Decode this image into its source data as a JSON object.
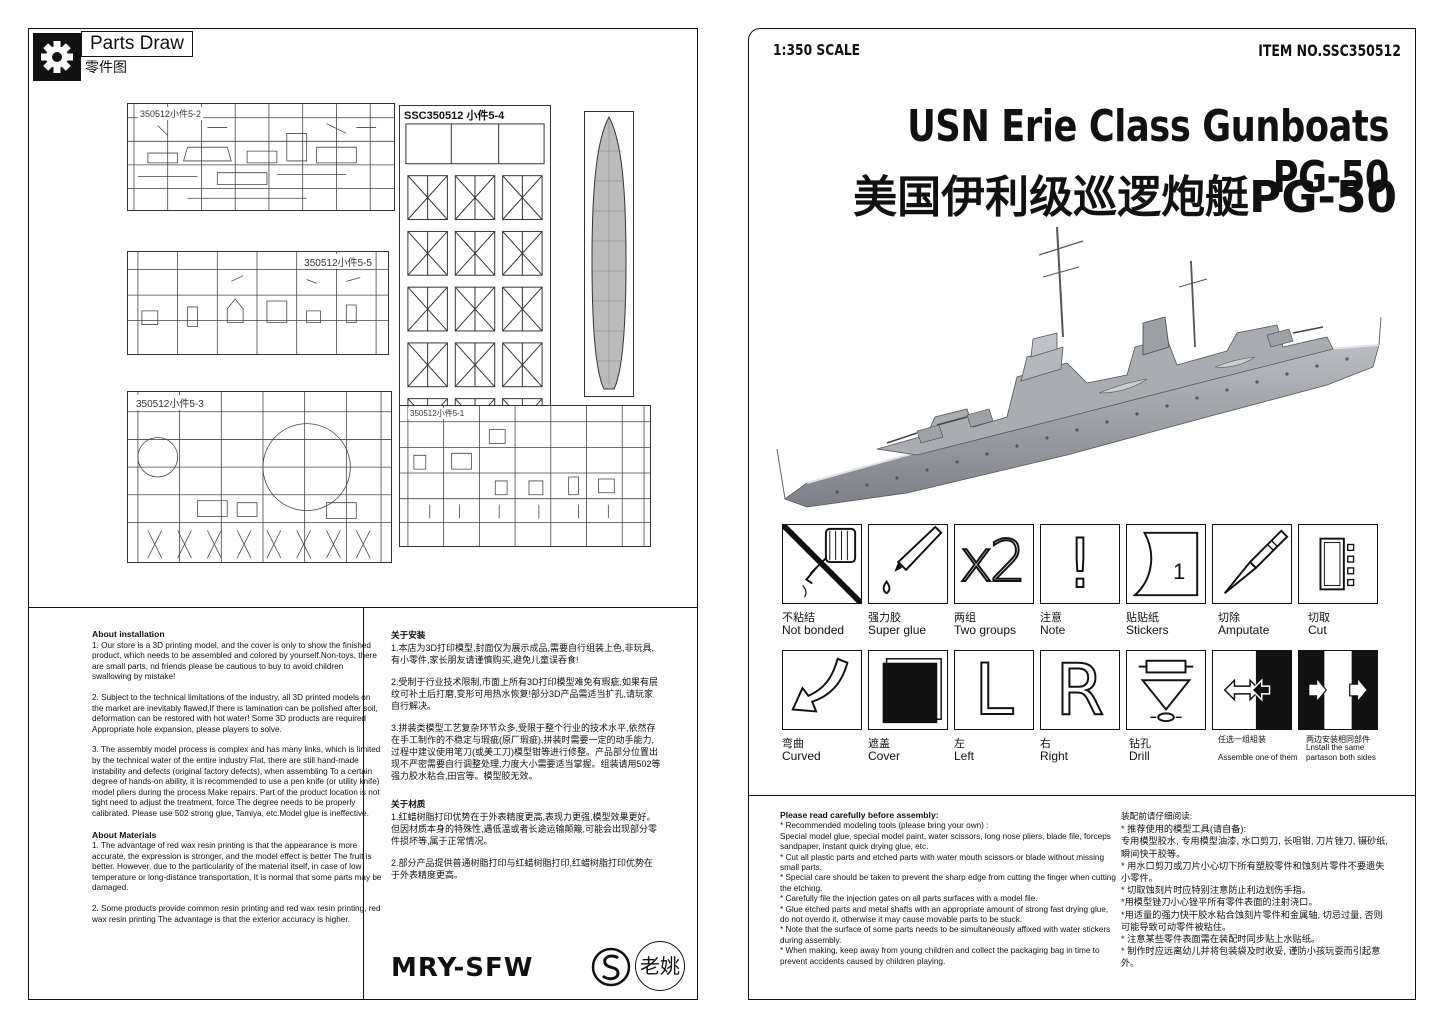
{
  "left": {
    "header": {
      "title": "Parts Draw",
      "subtitle": "零件图"
    },
    "sprues": [
      {
        "label": "350512小件5-2"
      },
      {
        "label": "SSC350512 小件5-4"
      },
      {
        "label": "350512小件5-5"
      },
      {
        "label": "350512小件5-3"
      },
      {
        "label": "350512小件5-1"
      }
    ],
    "about_install": {
      "heading": "About installation",
      "paras": [
        "1. Our store is a 3D printing model, and the cover is only to show the finished product, which needs to be assembled and colored by yourself.Non-toys, there are small parts,  nd friends please be cautious to buy to avoid children swallowing by mistake!",
        "2. Subject to the technical limitations of the industry, all 3D printed models on the market are inevitably flawed,If there is lamination can be polished after soil, deformation can be restored with hot water! Some 3D products are required Appropriate hole expansion, please players to solve.",
        "3. The assembly model process is complex and has many links, which is limited by the technical water of the entire industry Flat, there are still hand-made instability and defects (original factory defects), when assembling To a certain degree of hands-on ability, it is recommended to use a pen knife (or utility knife) model pliers during the process Make repairs. Part of the product location is not tight need to adjust the treatment, force The degree needs to be properly calibrated. Please use 502 strong glue, Tamiya, etc.Model glue is ineffective."
      ]
    },
    "about_materials": {
      "heading": "About Materials",
      "paras": [
        "1. The advantage of red wax resin printing is that the appearance is more accurate, the expression is stronger, and the model effect is better The fruit is better. However, due to the particularity of the material itself, in case of low temperature or long-distance transportation, It is normal that some parts may be damaged.",
        "2. Some products provide common resin printing and red wax resin printing, red wax resin printing The advantage is that the exterior accuracy is higher."
      ]
    },
    "install_cn": {
      "heading": "关于安装",
      "paras": [
        "1.本店为3D打印模型,封面仅为展示成品,需要自行组装上色,非玩具,有小零件,家长朋友请谨慎购买,避免儿童误吞食!",
        "2.受制于行业技术限制,市面上所有3D打印模型难免有瑕疵,如果有层纹可补土后打磨,变形可用热水恢复!部分3D产品需适当扩孔,请玩家自行解决。",
        "3.拼装类模型工艺复杂环节众多,受限于整个行业的技术水平,依然存在手工制作的不稳定与瑕疵(原厂瑕疵),拼装时需要一定的动手能力,过程中建议使用笔刀(或美工刀)模型钳等进行修整。产品部分位置出现不严密需要自行调整处理,力度大小需要适当掌握。组装请用502等强力胶水粘合,田宫等。模型胶无效。"
      ]
    },
    "materials_cn": {
      "heading": "关于材质",
      "paras": [
        "1.红蜡树脂打印优势在于外表精度更高,表现力更强,模型效果更好。但因材质本身的特殊性,遇低温或者长途运输颠簸,可能会出现部分零件损坏等,属于正常情况。",
        "2.部分产品提供普通树脂打印与红蜡树脂打印,红蜡树脂打印优势在于外表精度更高。"
      ]
    },
    "logo": {
      "text": "MRY-SFW",
      "seal": "老姚"
    }
  },
  "right": {
    "scale": "1:350 SCALE",
    "item_no": "ITEM NO.SSC350512",
    "title_en": "USN Erie Class Gunboats PG-50",
    "title_cn": "美国伊利级巡逻炮艇PG-50",
    "icons_row1": [
      {
        "cn": "不粘结",
        "en": "Not bonded",
        "icon": "not-bonded-icon"
      },
      {
        "cn": "强力胶",
        "en": "Super glue",
        "icon": "super-glue-icon"
      },
      {
        "cn": "两组",
        "en": "Two groups",
        "icon": "two-groups-icon",
        "glyph": "x2"
      },
      {
        "cn": "注意",
        "en": "Note",
        "icon": "note-icon",
        "glyph": "!"
      },
      {
        "cn": "贴贴纸",
        "en": "Stickers",
        "icon": "stickers-icon",
        "glyph": "1"
      },
      {
        "cn": "切除",
        "en": "Amputate",
        "icon": "amputate-icon"
      },
      {
        "cn": "切取",
        "en": "Cut",
        "icon": "cut-icon"
      }
    ],
    "icons_row2": [
      {
        "cn": "弯曲",
        "en": "Curved",
        "icon": "curved-icon"
      },
      {
        "cn": "遮盖",
        "en": "Cover",
        "icon": "cover-icon"
      },
      {
        "cn": "左",
        "en": "Left",
        "icon": "left-icon",
        "glyph": "L"
      },
      {
        "cn": "右",
        "en": "Right",
        "icon": "right-icon",
        "glyph": "R"
      },
      {
        "cn": "钻孔",
        "en": "Drill",
        "icon": "drill-icon"
      },
      {
        "cn": "任选一组組装",
        "en": "Assemble one of them",
        "icon": "assemble-one-icon"
      },
      {
        "cn": "两边安装相同部件",
        "en": "Lnstall the same partason both sides",
        "icon": "install-both-icon"
      }
    ],
    "read_en": {
      "heading": "Please read carefully before assembly:",
      "lines": [
        "* Recommended modeling tools (please bring your own) :",
        "Special model glue, special model paint, water scissors, long nose pliers, blade file, forceps sandpaper, instant quick drying glue, etc.",
        "* Cut all plastic parts and etched parts with water mouth scissors or blade without missing small parts.",
        "* Special care should be taken to prevent the sharp edge from cutting the finger when cutting the etching.",
        "* Carefully file the injection gates on all parts surfaces with a model file.",
        "* Glue etched parts and metal shafts with an appropriate amount of strong fast drying glue, do not overdo it, otherwise it may cause movable parts to be stuck.",
        "* Note that the surface of some parts needs to be simultaneously affixed with water stickers during assembly.",
        "* When making, keep away from young children and collect the packaging bag in time to prevent accidents caused by children playing."
      ]
    },
    "read_cn": {
      "heading": "装配前请仔细阅读:",
      "lines": [
        "* 推荐使用的模型工具(请自备):",
        "专用模型胶水, 专用模型油漆, 水口剪刀, 长咀钳, 刀片锉刀, 镊砂纸, 瞬间快干胶等。",
        "* 用水口剪刀或刀片小心切下所有塑胶零件和蚀刻片零件不要遗失小零件。",
        "* 切取蚀刻片时应特别注意防止利边划伤手指。",
        "*用模型锉刀小心锉平所有零件表面的注射浇口。",
        "*用适量的强力快干胶水粘合蚀刻片零件和金属轴, 切忌过量, 否则可能导致可动零件被粘住。",
        "* 注意某些零件表面需在装配时同步贴上水贴纸。",
        "* 制作时应远离幼儿并将包装袋及时收妥, 谨防小孩玩耍而引起意外。"
      ]
    }
  }
}
